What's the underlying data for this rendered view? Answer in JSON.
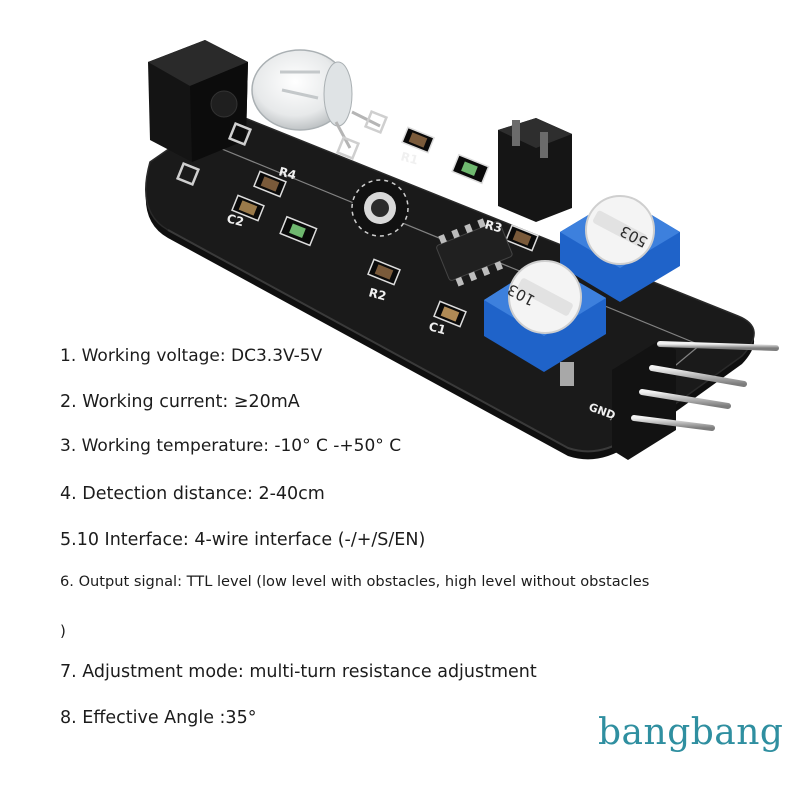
{
  "board": {
    "silkscreen": [
      "R4",
      "C2",
      "R1",
      "R3",
      "R2",
      "C1",
      "GND"
    ],
    "pot_markings": [
      "503",
      "103"
    ]
  },
  "specs": [
    "1. Working voltage: DC3.3V-5V",
    "2. Working current: ≥20mA",
    "3. Working temperature: -10° C -+50° C",
    "4. Detection distance: 2-40cm",
    "5.10 Interface: 4-wire interface (-/+/S/EN)",
    "6. Output signal: TTL level (low level with obstacles, high level without obstacles",
    ")",
    "7. Adjustment mode: multi-turn resistance adjustment",
    "8. Effective Angle :35°"
  ],
  "watermark": "bangbang",
  "colors": {
    "pcb": "#151515",
    "pot_blue": "#1f63c9",
    "pin_silver": "#c9c9c9",
    "watermark": "#2f8fa0"
  }
}
